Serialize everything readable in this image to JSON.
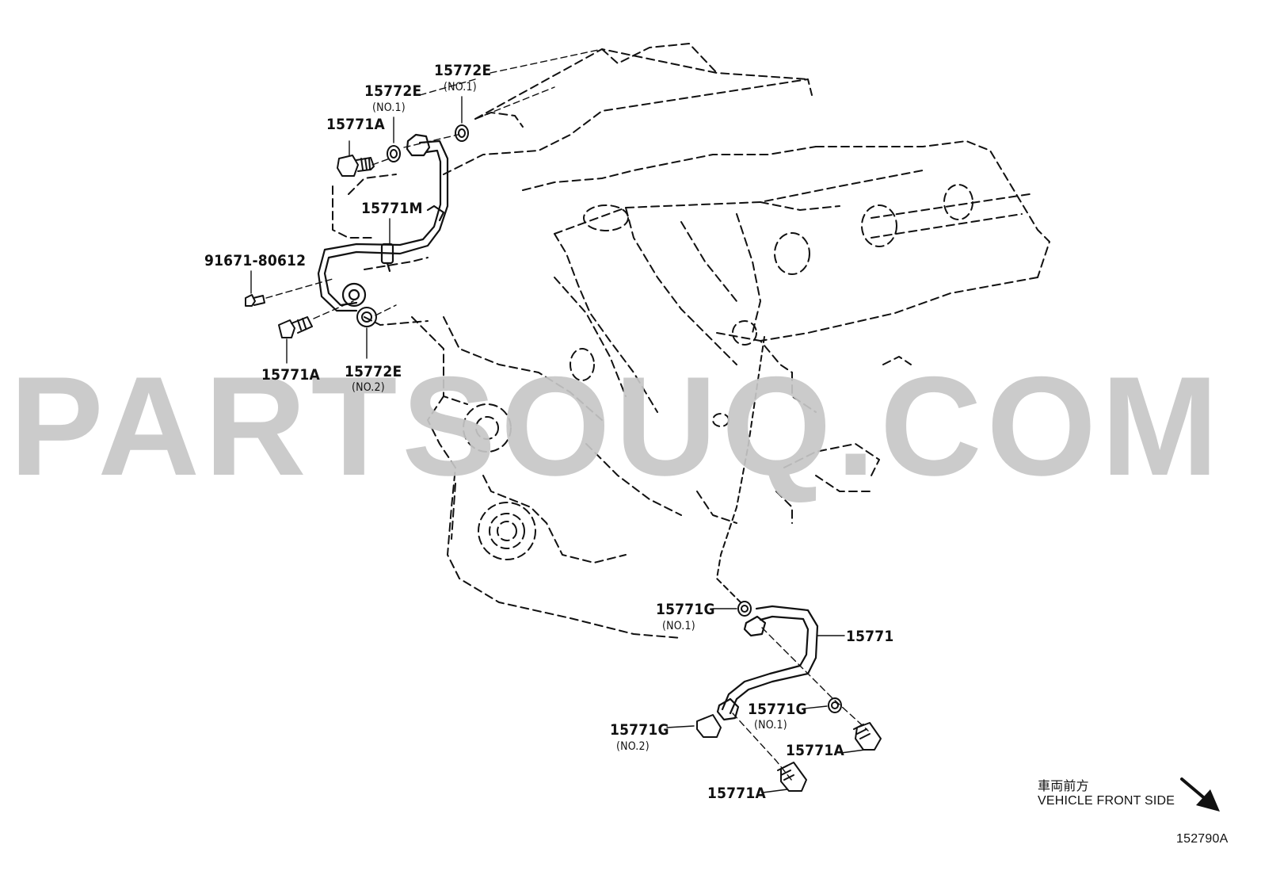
{
  "watermark": "PARTSOUQ.COM",
  "labels": {
    "l1": "15772E",
    "l1s": "(NO.1)",
    "l2": "15772E",
    "l2s": "(NO.1)",
    "l3": "15771A",
    "l4": "15771M",
    "l5": "91671-80612",
    "l6": "15771A",
    "l7": "15772E",
    "l7s": "(NO.2)",
    "l8": "15771G",
    "l8s": "(NO.1)",
    "l9": "15771",
    "l10": "15771G",
    "l10s": "(NO.1)",
    "l11": "15771G",
    "l11s": "(NO.2)",
    "l12": "15771A",
    "l13": "15771A"
  },
  "direction": {
    "jp": "車両前方",
    "en": "VEHICLE FRONT SIDE"
  },
  "figure_code": "152790A"
}
